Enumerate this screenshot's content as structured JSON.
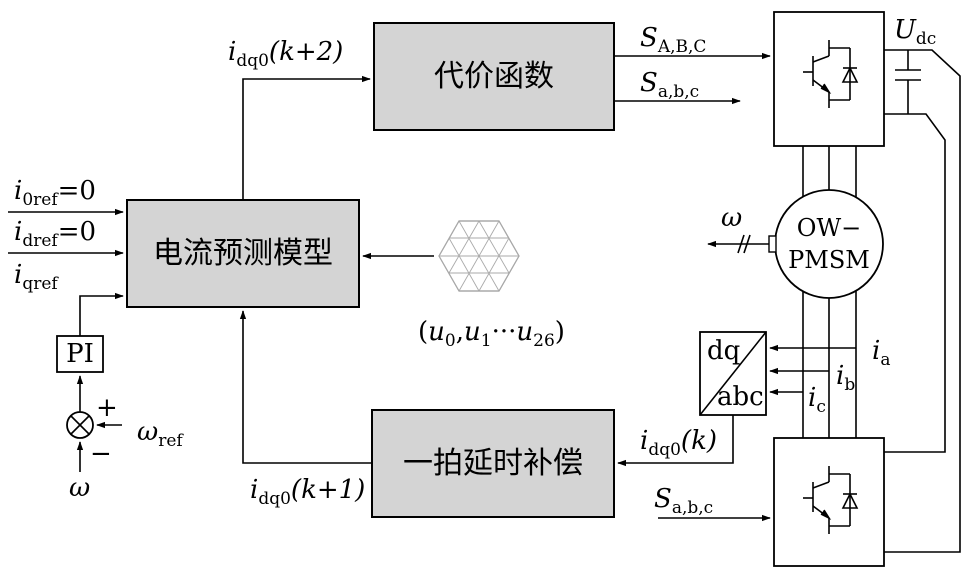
{
  "blocks": {
    "cost_function": "代价函数",
    "current_model": "电流预测模型",
    "delay_comp": "一拍延时补偿",
    "pi": "PI",
    "dq": "dq",
    "abc": "abc"
  },
  "motor": {
    "line1": "OW−",
    "line2": "PMSM"
  },
  "signals": {
    "i_dq0_k2": {
      "base": "i",
      "sub": "dq0",
      "arg": "(k+2)"
    },
    "i_dq0_k1": {
      "base": "i",
      "sub": "dq0",
      "arg": "(k+1)"
    },
    "i_dq0_k": {
      "base": "i",
      "sub": "dq0",
      "arg": "(k)"
    },
    "S_ABC": {
      "base": "S",
      "sub": "A,B,C"
    },
    "S_abc_top": {
      "base": "S",
      "sub": "a,b,c"
    },
    "S_abc_bottom": {
      "base": "S",
      "sub": "a,b,c"
    },
    "U_dc": {
      "base": "U",
      "sub": "dc"
    },
    "i0ref": {
      "base": "i",
      "sub": "0ref",
      "tail": "=0"
    },
    "idref": {
      "base": "i",
      "sub": "dref",
      "tail": "=0"
    },
    "iqref": {
      "base": "i",
      "sub": "qref"
    },
    "omega_ref": {
      "base": "ω",
      "sub": "ref"
    },
    "omega_out": "ω",
    "omega_fb": "ω",
    "plus": "+",
    "minus": "−",
    "ia": {
      "base": "i",
      "sub": "a"
    },
    "ib": {
      "base": "i",
      "sub": "b"
    },
    "ic": {
      "base": "i",
      "sub": "c"
    }
  },
  "vectors": {
    "open": "(",
    "u0": {
      "base": "u",
      "sub": "0"
    },
    "comma": ",",
    "u1": {
      "base": "u",
      "sub": "1"
    },
    "dots": "···",
    "u26": {
      "base": "u",
      "sub": "26"
    },
    "close": ")"
  }
}
